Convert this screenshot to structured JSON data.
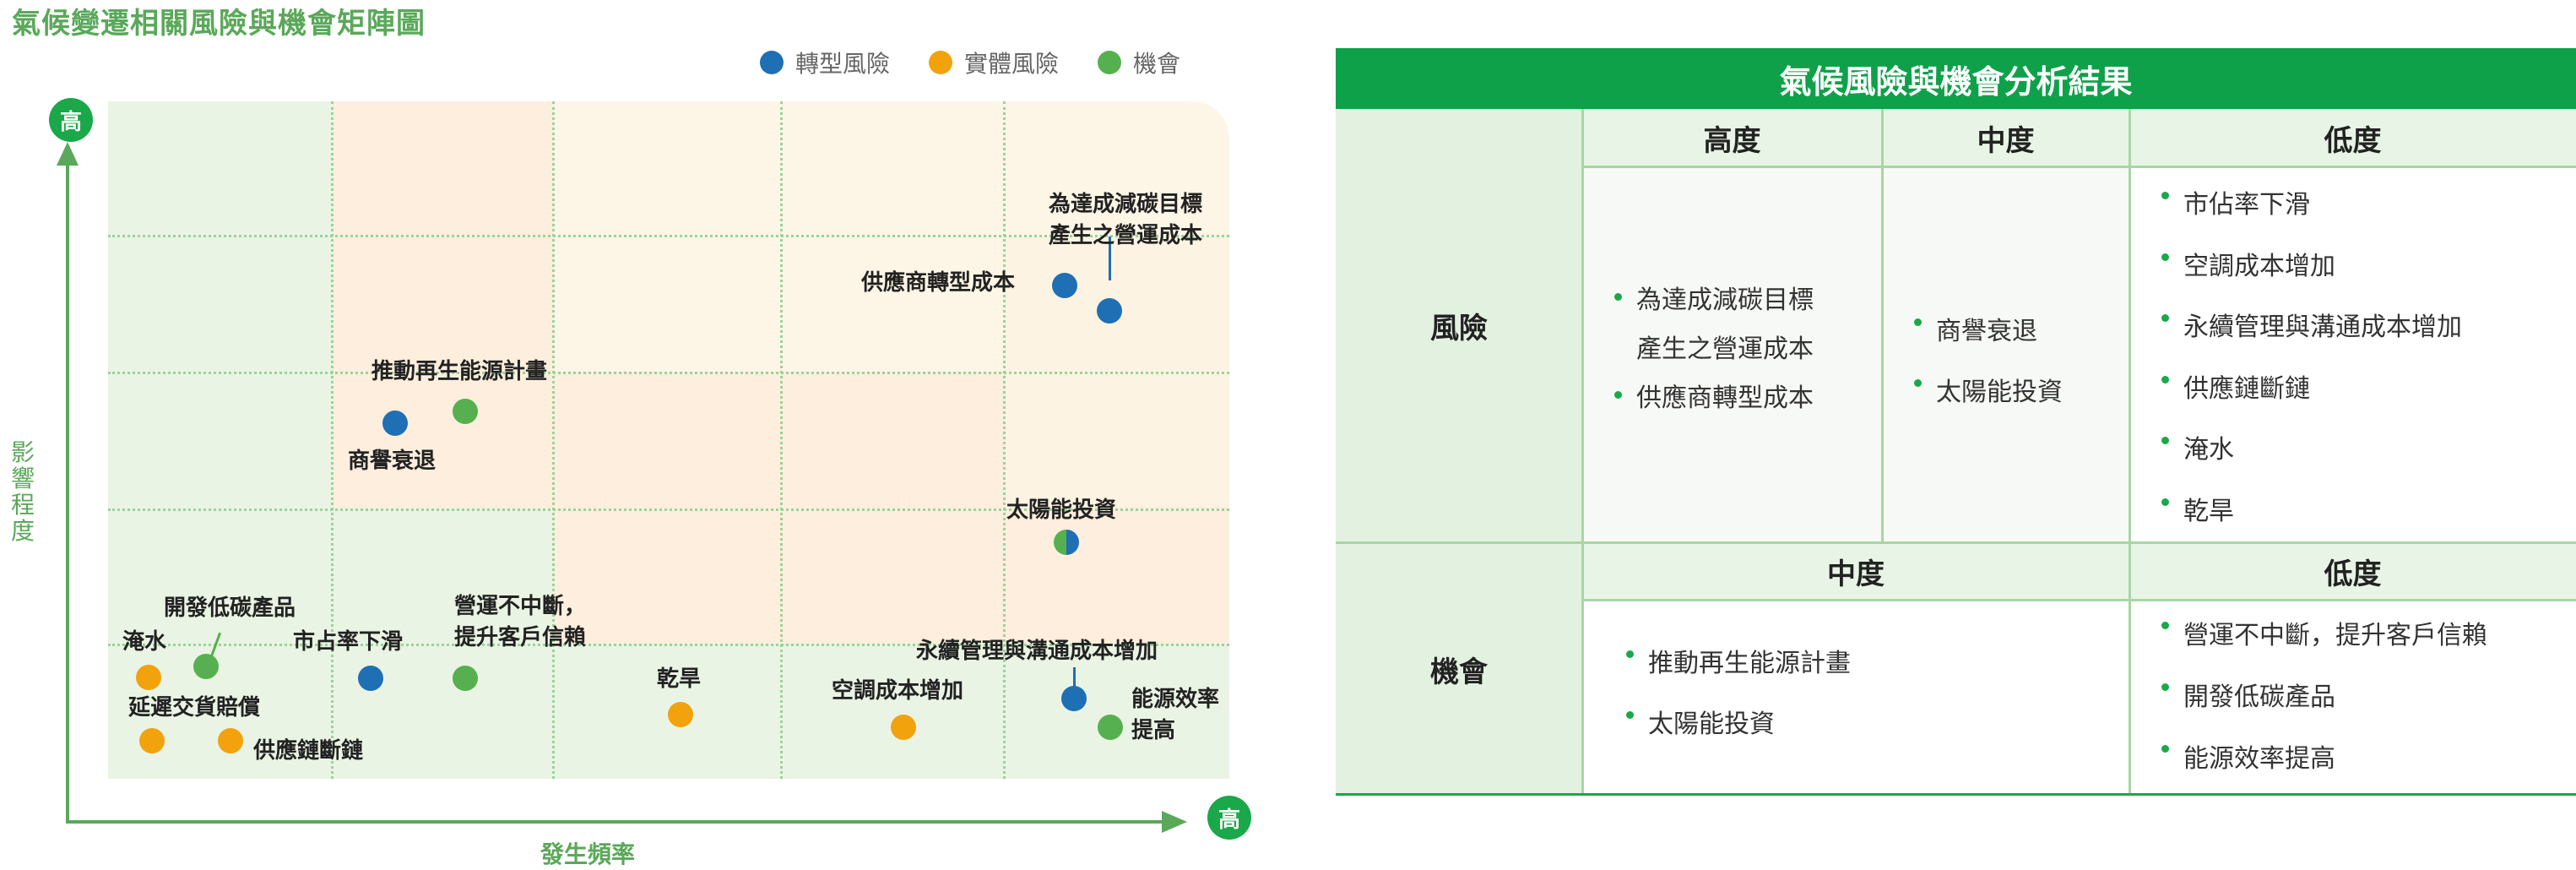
{
  "matrix": {
    "title": "氣候變遷相關風險與機會矩陣圖",
    "legend": [
      {
        "label": "轉型風險",
        "color": "#1f6fb5"
      },
      {
        "label": "實體風險",
        "color": "#f2a20d"
      },
      {
        "label": "機會",
        "color": "#56b04f"
      }
    ],
    "y_axis_label": "影響程度",
    "x_axis_label": "發生頻率",
    "high_label": "高",
    "points": {
      "supplier_transition": "供應商轉型成本",
      "carbon_target_line1": "為達成減碳目標",
      "carbon_target_line2": "產生之營運成本",
      "renewable_plan": "推動再生能源計畫",
      "reputation": "商譽衰退",
      "solar": "太陽能投資",
      "low_carbon": "開發低碳產品",
      "flood": "淹水",
      "market_share": "市占率下滑",
      "continuity_line1": "營運不中斷，",
      "continuity_line2": "提升客戶信賴",
      "delivery_comp": "延遲交貨賠償",
      "supply_chain": "供應鏈斷鏈",
      "drought": "乾旱",
      "ac_cost": "空調成本增加",
      "sustain_mgmt": "永續管理與溝通成本增加",
      "energy_eff_line1": "能源效率",
      "energy_eff_line2": "提高"
    },
    "colors": {
      "transition": "#1f6fb5",
      "physical": "#f2a20d",
      "opportunity": "#56b04f",
      "green_zone": "#eaf4e4",
      "orange_zone": "#fdeedd",
      "yellow_zone": "#fdf6e6"
    }
  },
  "table": {
    "title": "氣候風險與機會分析結果",
    "risk_label": "風險",
    "opportunity_label": "機會",
    "risk_cols": [
      "高度",
      "中度",
      "低度"
    ],
    "opp_cols": [
      "中度",
      "低度"
    ],
    "risk_high": [
      "為達成減碳目標",
      "產生之營運成本",
      "供應商轉型成本"
    ],
    "risk_mid": [
      "商譽衰退",
      "太陽能投資"
    ],
    "risk_low": [
      "市佔率下滑",
      "空調成本增加",
      "永續管理與溝通成本增加",
      "供應鏈斷鏈",
      "淹水",
      "乾旱"
    ],
    "opp_mid": [
      "推動再生能源計畫",
      "太陽能投資"
    ],
    "opp_low": [
      "營運不中斷，提升客戶信賴",
      "開發低碳產品",
      "能源效率提高"
    ]
  }
}
